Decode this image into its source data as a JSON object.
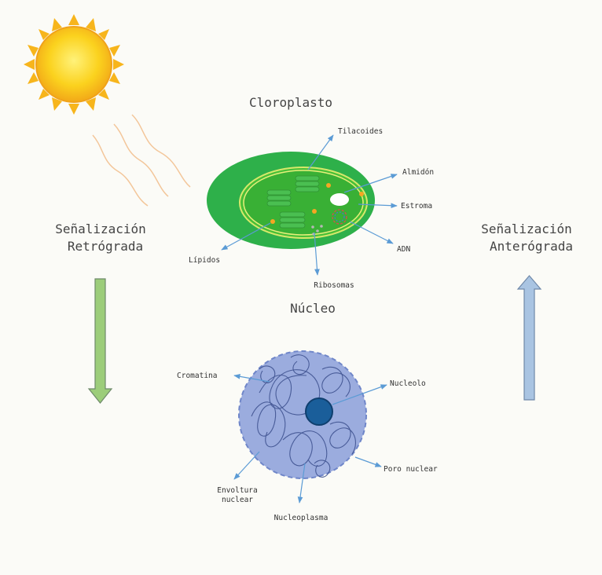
{
  "chloroplast": {
    "title": "Cloroplasto",
    "labels": {
      "tilacoides": "Tilacoides",
      "almidon": "Almidón",
      "estroma": "Estroma",
      "adn": "ADN",
      "ribosomas": "Ribosomas",
      "lipidos": "Lípidos"
    }
  },
  "nucleus": {
    "title": "Núcleo",
    "labels": {
      "cromatina": "Cromatina",
      "nucleolo": "Nucleolo",
      "poro": "Poro nuclear",
      "nucleoplasma": "Nucleoplasma",
      "envoltura1": "Envoltura",
      "envoltura2": "nuclear"
    }
  },
  "signals": {
    "retro1": "Señalización",
    "retro2": "Retrógrada",
    "antero1": "Señalización",
    "antero2": "Anterógrada"
  },
  "colors": {
    "chloroplast_outer": "#2eb04a",
    "nucleus_fill": "#9bacde",
    "nucleolus": "#1a5e9a",
    "retro_arrow": "#9ccd7a",
    "antero_arrow": "#a9c4e2",
    "sun": "#f7c21c"
  }
}
